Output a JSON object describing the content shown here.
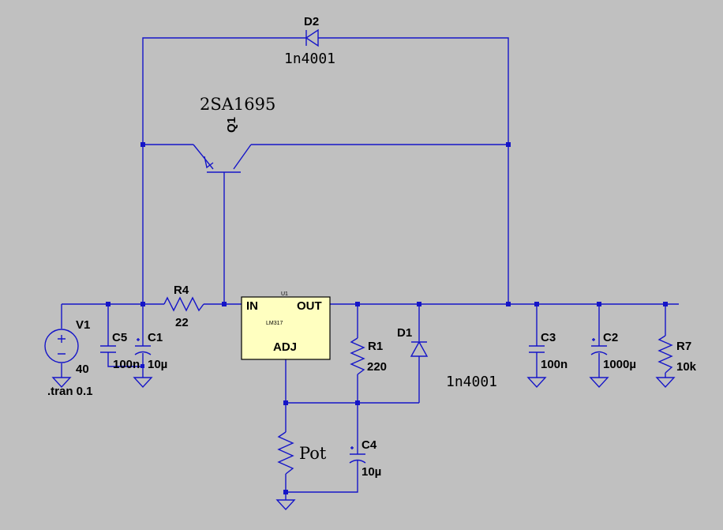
{
  "components": {
    "d2": {
      "ref": "D2",
      "value": "1n4001"
    },
    "q1": {
      "ref": "Q1",
      "value": "2SA1695"
    },
    "r4": {
      "ref": "R4",
      "value": "22"
    },
    "u1": {
      "ref": "U1",
      "part": "LM317",
      "pin_in": "IN",
      "pin_out": "OUT",
      "pin_adj": "ADJ"
    },
    "v1": {
      "ref": "V1",
      "value": "40"
    },
    "c5": {
      "ref": "C5",
      "value": "100n"
    },
    "c1": {
      "ref": "C1",
      "value": "10µ"
    },
    "r1": {
      "ref": "R1",
      "value": "220"
    },
    "d1": {
      "ref": "D1",
      "value": "1n4001"
    },
    "c3": {
      "ref": "C3",
      "value": "100n"
    },
    "c2": {
      "ref": "C2",
      "value": "1000µ"
    },
    "r7": {
      "ref": "R7",
      "value": "10k"
    },
    "pot": {
      "value": "Pot"
    },
    "c4": {
      "ref": "C4",
      "value": "10µ"
    }
  },
  "directive": ".tran 0.1",
  "colors": {
    "background": "#c0c0c0",
    "wire": "#1515c8",
    "ic_fill": "#ffffc0"
  }
}
